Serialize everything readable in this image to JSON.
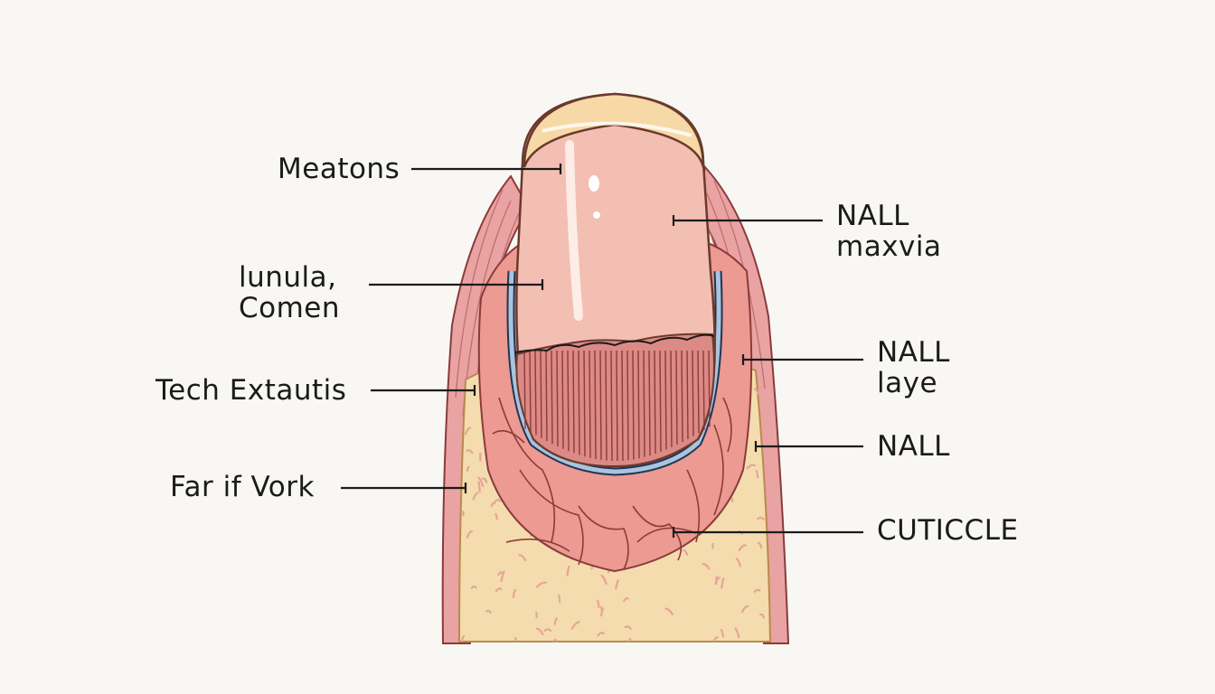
{
  "colors": {
    "background": "#f8f7f4",
    "ink": "#1b1b1b",
    "nail_plate": "#f2c1b4",
    "nail_highlight": "#fbe3d9",
    "free_edge": "#f5d7a6",
    "matrix": "#e79a93",
    "nail_bed": "#ef9e95",
    "lunula_border": "#9fbad0",
    "skin_fold": "#e6a3a0",
    "dermis": "#f4dcae",
    "dermis_speckle": "#e9a7a0"
  },
  "labels": {
    "meatons": "Meatons",
    "nail_maxvia": "NALL\nmaxvia",
    "lunula_comen": "lunula,\nComen",
    "nail_laye": "NALL\nlaye",
    "tech_extautis": "Tech Extautis",
    "nail": "NALL",
    "far_if_vork": "Far if Vork",
    "cuticcle": "CUTICCLE"
  }
}
